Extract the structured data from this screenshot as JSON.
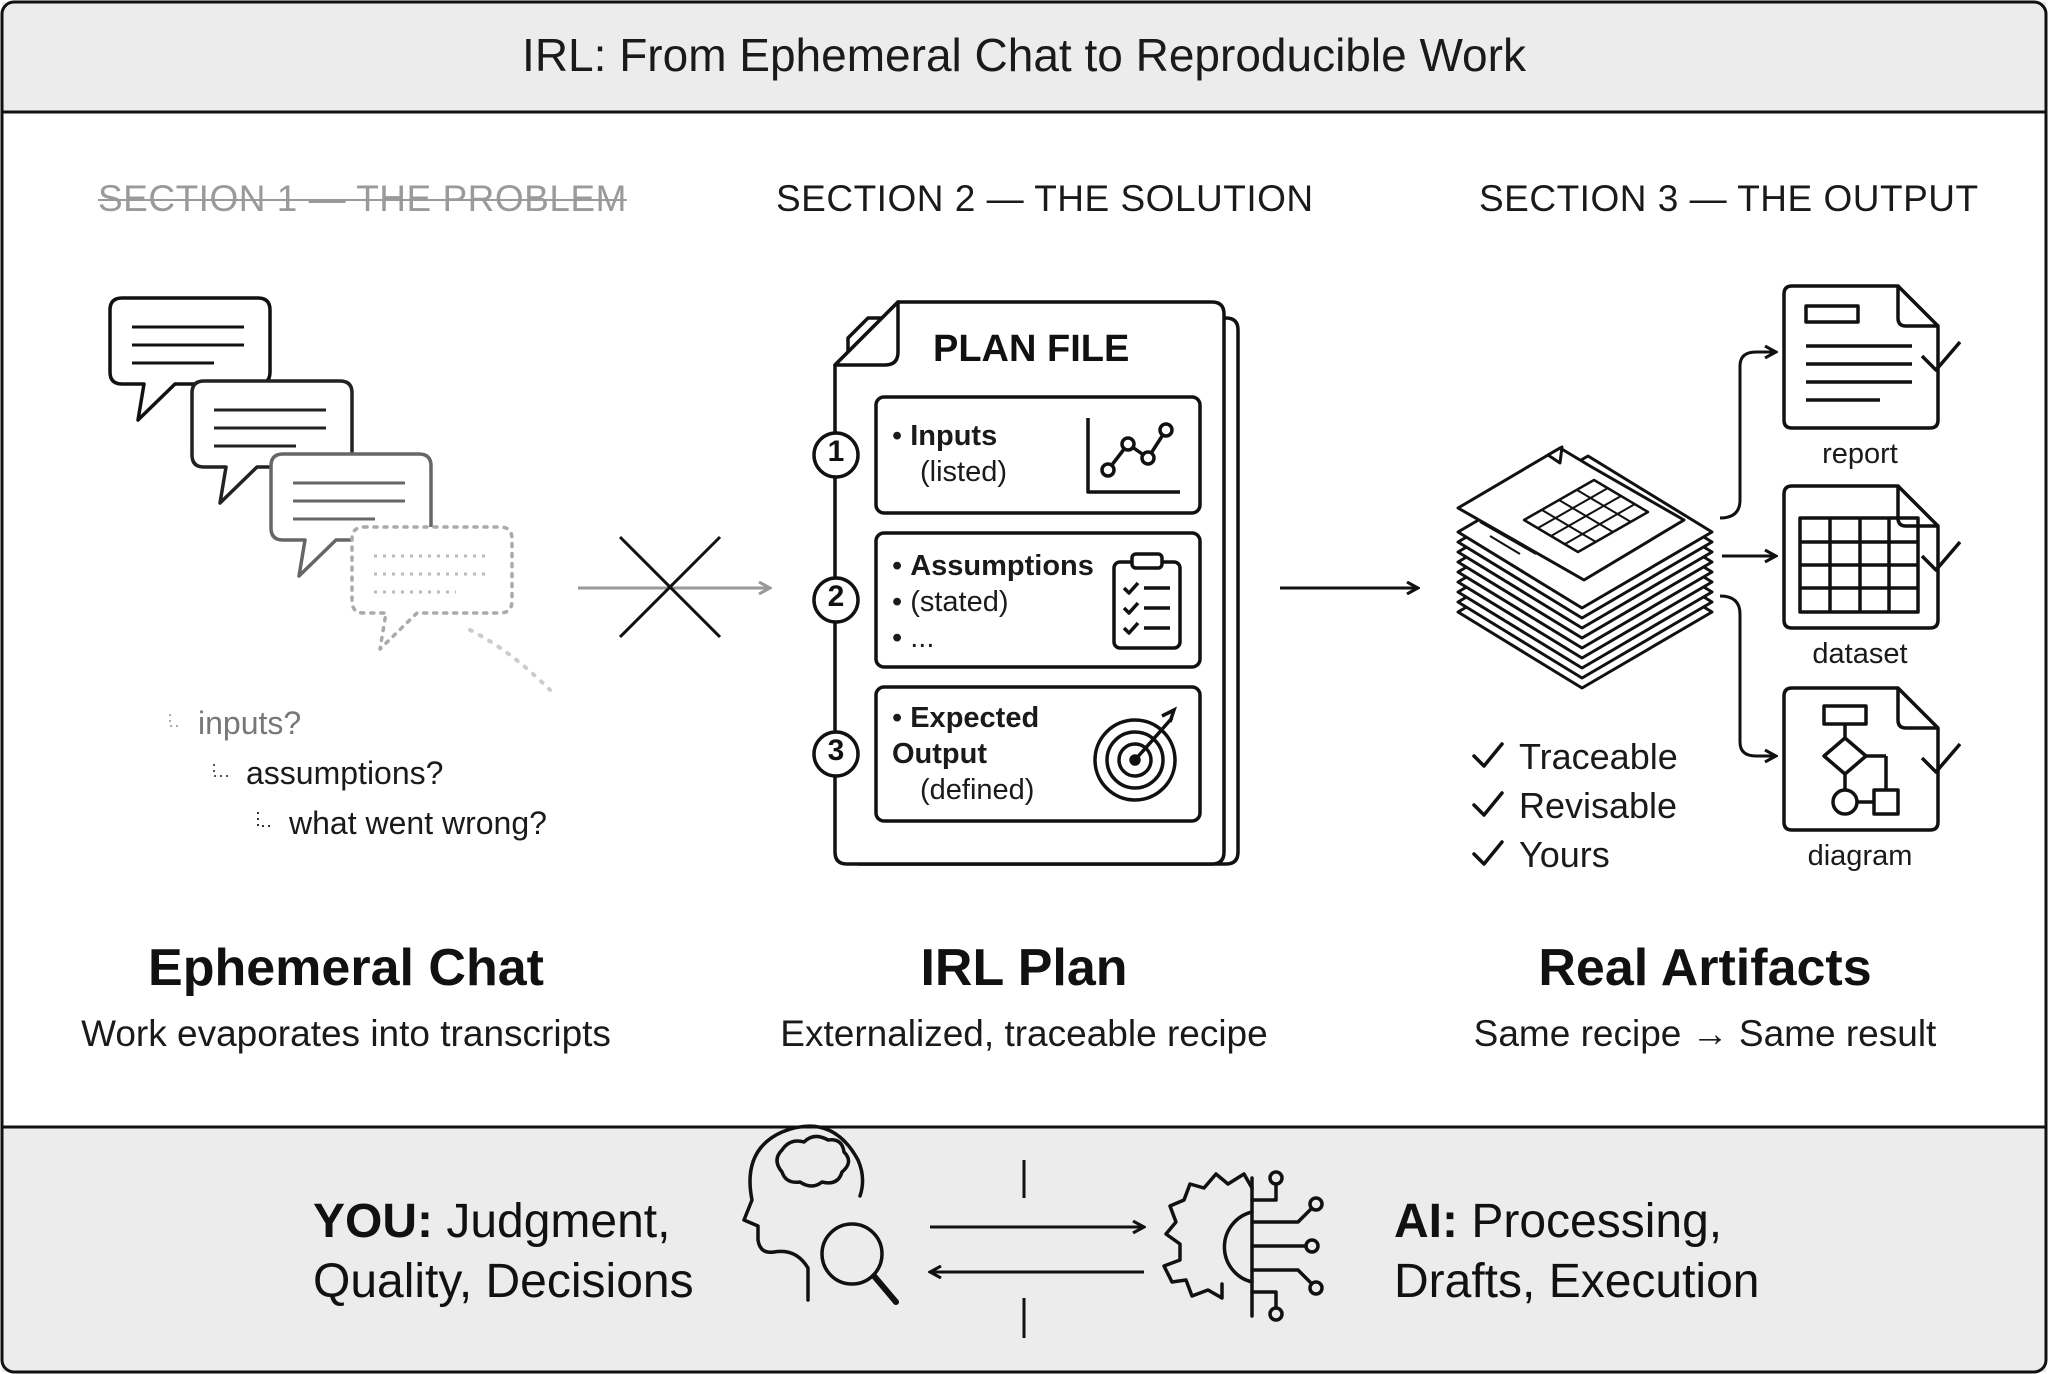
{
  "title": "IRL: From Ephemeral Chat to Reproducible Work",
  "sections": [
    {
      "heading": "SECTION 1 — THE PROBLEM",
      "name": "Ephemeral Chat",
      "caption": "Work evaporates into transcripts"
    },
    {
      "heading": "SECTION 2 — THE SOLUTION",
      "name": "IRL Plan",
      "caption": "Externalized, traceable recipe"
    },
    {
      "heading": "SECTION 3 — THE OUTPUT",
      "name": "Real Artifacts",
      "caption": "Same recipe → Same result"
    }
  ],
  "problem": {
    "questions": [
      "inputs?",
      "assumptions?",
      "what went wrong?"
    ]
  },
  "plan": {
    "title": "PLAN FILE",
    "steps": [
      {
        "number": "1",
        "bold": "Inputs",
        "lines": [
          "(listed)"
        ]
      },
      {
        "number": "2",
        "bold": "Assumptions",
        "lines": [
          "(stated)",
          "..."
        ]
      },
      {
        "number": "3",
        "bold": "Expected Output",
        "lines": [
          "(defined)"
        ]
      }
    ]
  },
  "output": {
    "checks": [
      "Traceable",
      "Revisable",
      "Yours"
    ],
    "artifacts": [
      "report",
      "dataset",
      "diagram"
    ]
  },
  "footer": {
    "you_label": "YOU:",
    "you_line1": "Judgment,",
    "you_line2": "Quality, Decisions",
    "ai_label": "AI:",
    "ai_line1": "Processing,",
    "ai_line2": "Drafts, Execution"
  },
  "colors": {
    "ink": "#111111",
    "faded": "#9a9a9a",
    "band": "#ececec"
  },
  "icons": [
    "chat-bubbles-icon",
    "document-stack-icon",
    "line-chart-icon",
    "checklist-icon",
    "target-icon",
    "report-icon",
    "dataset-icon",
    "flowchart-icon",
    "head-magnifier-icon",
    "gear-circuit-icon",
    "check-icon"
  ]
}
